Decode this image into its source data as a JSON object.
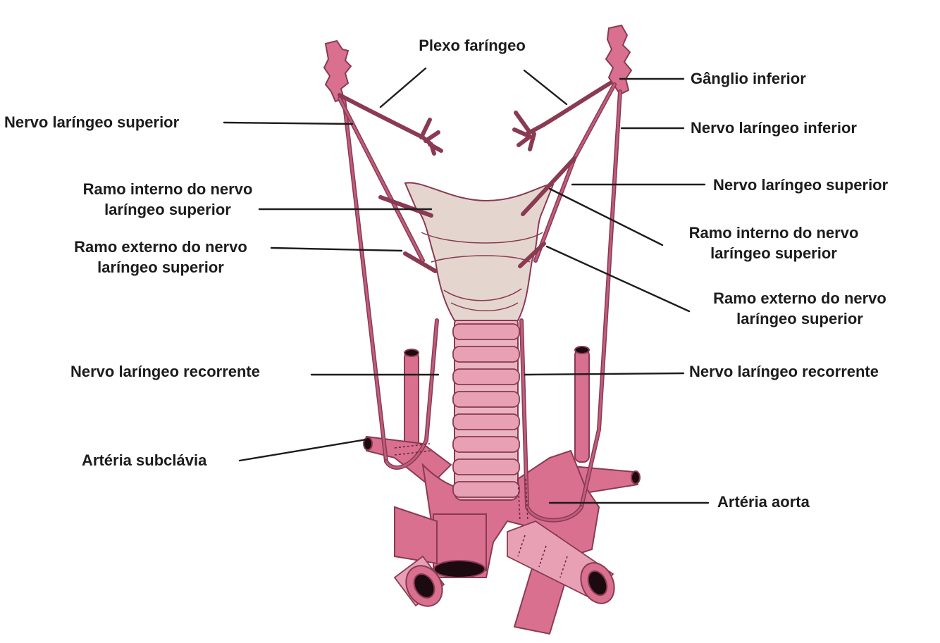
{
  "labels": {
    "plexo_faringeo": "Plexo faríngeo",
    "ganglio_inferior": "Gânglio inferior",
    "nervo_laringeo_superior_esq": "Nervo laríngeo superior",
    "nervo_laringeo_inferior": "Nervo laríngeo inferior",
    "nervo_laringeo_superior_dir": "Nervo laríngeo superior",
    "ramo_interno_esq_l1": "Ramo interno do nervo",
    "ramo_interno_esq_l2": "laríngeo superior",
    "ramo_externo_esq_l1": "Ramo externo do nervo",
    "ramo_externo_esq_l2": "laríngeo superior",
    "ramo_interno_dir_l1": "Ramo interno do nervo",
    "ramo_interno_dir_l2": "laríngeo superior",
    "ramo_externo_dir_l1": "Ramo externo do nervo",
    "ramo_externo_dir_l2": "laríngeo superior",
    "recorrente_esq": "Nervo laríngeo recorrente",
    "recorrente_dir": "Nervo laríngeo recorrente",
    "arteria_subclavia": "Artéria subclávia",
    "arteria_aorta": "Artéria aorta"
  },
  "colors": {
    "nerve": "#8a3a52",
    "vessel": "#d9708f",
    "cartilage": "#e4d6cf",
    "text": "#1c1c1c"
  }
}
